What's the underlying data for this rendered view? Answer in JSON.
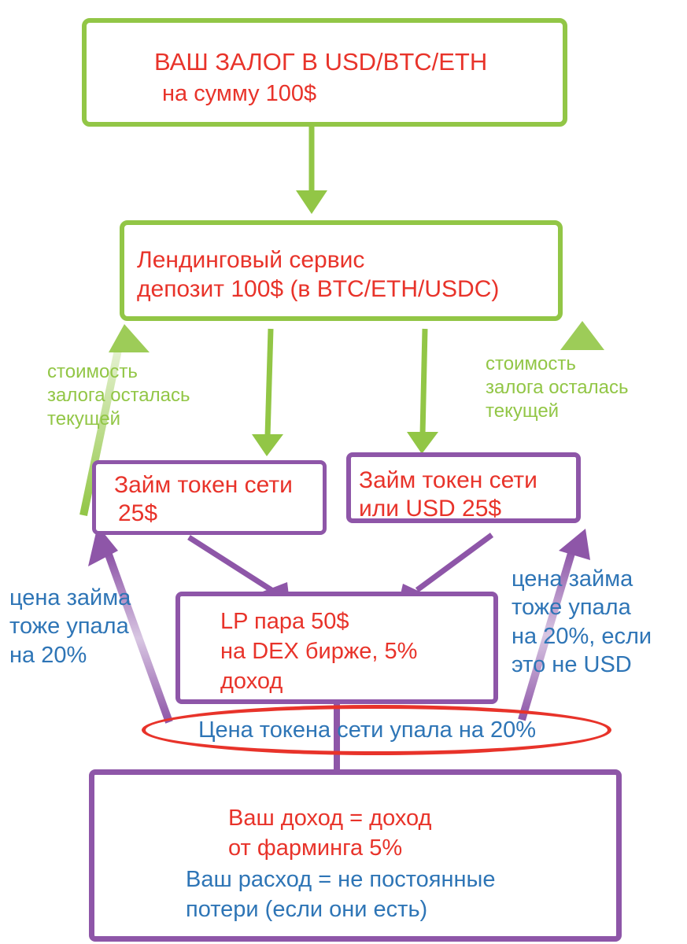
{
  "collateral": {
    "line1": "ВАШ ЗАЛОГ В USD/BTC/ETH",
    "line2": "на сумму 100$"
  },
  "lending": {
    "line1": "Лендинговый сервис",
    "line2": "депозит 100$ (в BTC/ETH/USDC)"
  },
  "loan_left": {
    "line1": "Займ токен сети",
    "line2": "25$"
  },
  "loan_right": {
    "line1": "Займ токен сети",
    "line2": "или USD 25$"
  },
  "lp": {
    "line1": "LP пара 50$",
    "line2": "на DEX бирже, 5%",
    "line3": "доход"
  },
  "price_drop": "Цена токена сети упала на 20%",
  "note_left_green": {
    "line1": "стоимость",
    "line2": "залога осталась",
    "line3": "текущей"
  },
  "note_right_green": {
    "line1": "стоимость",
    "line2": "залога осталась",
    "line3": "текущей"
  },
  "note_left_blue": {
    "line1": "цена займа",
    "line2": "тоже упала",
    "line3": "на 20%"
  },
  "note_right_blue": {
    "line1": "цена займа",
    "line2": "тоже упала",
    "line3": "на 20%, если",
    "line4": "это не USD"
  },
  "result": {
    "income1": "Ваш доход = доход",
    "income2": "от фарминга 5%",
    "expense1": "Ваш расход = не постоянные",
    "expense2": "потери (если они есть)"
  },
  "colors": {
    "green": "#92c646",
    "purple": "#8e56a8",
    "red": "#e8332a",
    "blue": "#2e75b6"
  }
}
